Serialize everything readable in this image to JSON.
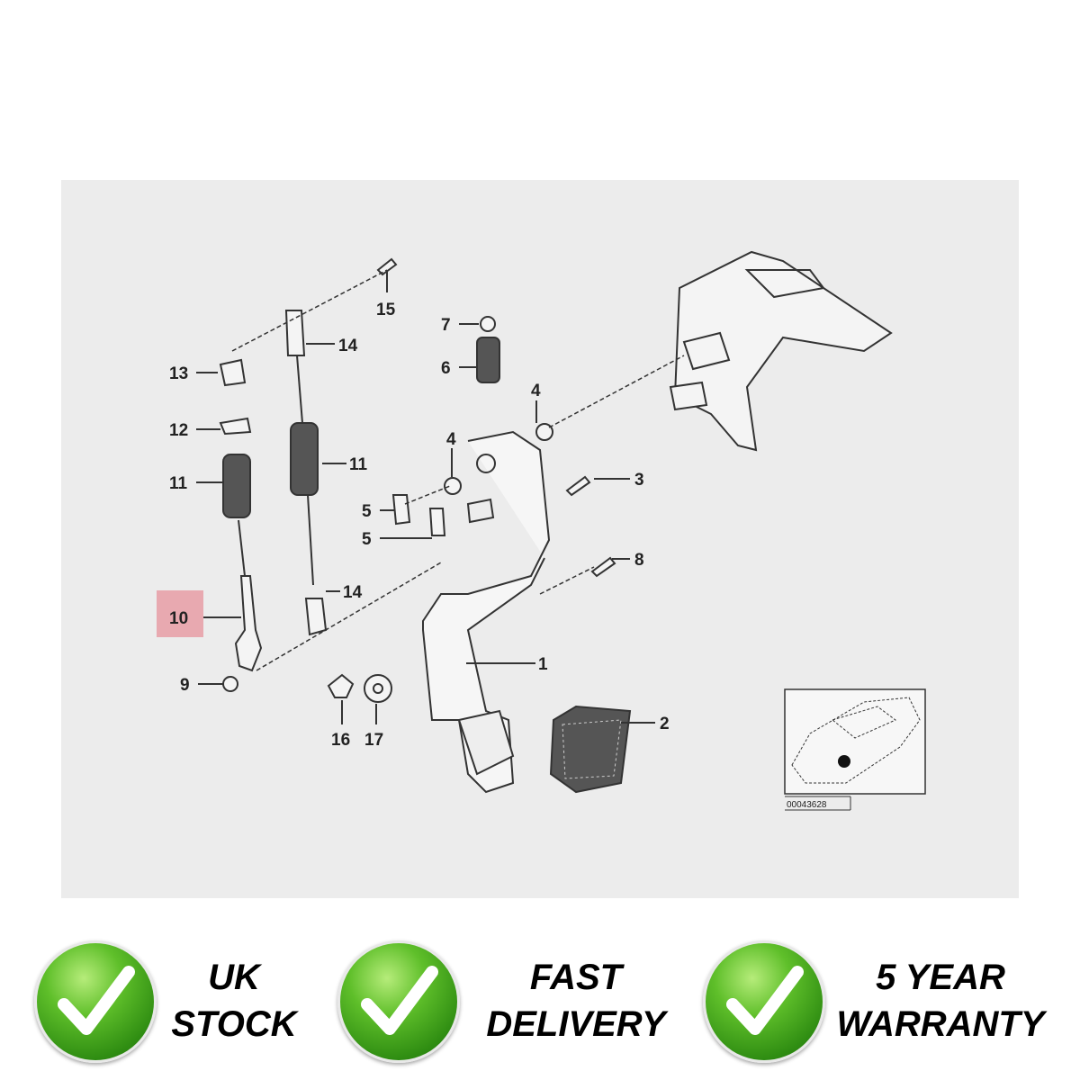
{
  "diagram": {
    "callouts": [
      "15",
      "14",
      "13",
      "12",
      "11",
      "11",
      "7",
      "6",
      "4",
      "4",
      "3",
      "5",
      "5",
      "8",
      "14",
      "10",
      "9",
      "1",
      "2",
      "16",
      "17"
    ],
    "highlighted_part": "10",
    "highlight_color": "#e8a9b0",
    "inset_code": "00043628"
  },
  "badges": [
    {
      "line1": "UK",
      "line2": "STOCK"
    },
    {
      "line1": "FAST",
      "line2": "DELIVERY"
    },
    {
      "line1": "5 YEAR",
      "line2": "WARRANTY"
    }
  ],
  "colors": {
    "badge_green": "#3a9a1a",
    "panel_bg": "#ececec"
  }
}
